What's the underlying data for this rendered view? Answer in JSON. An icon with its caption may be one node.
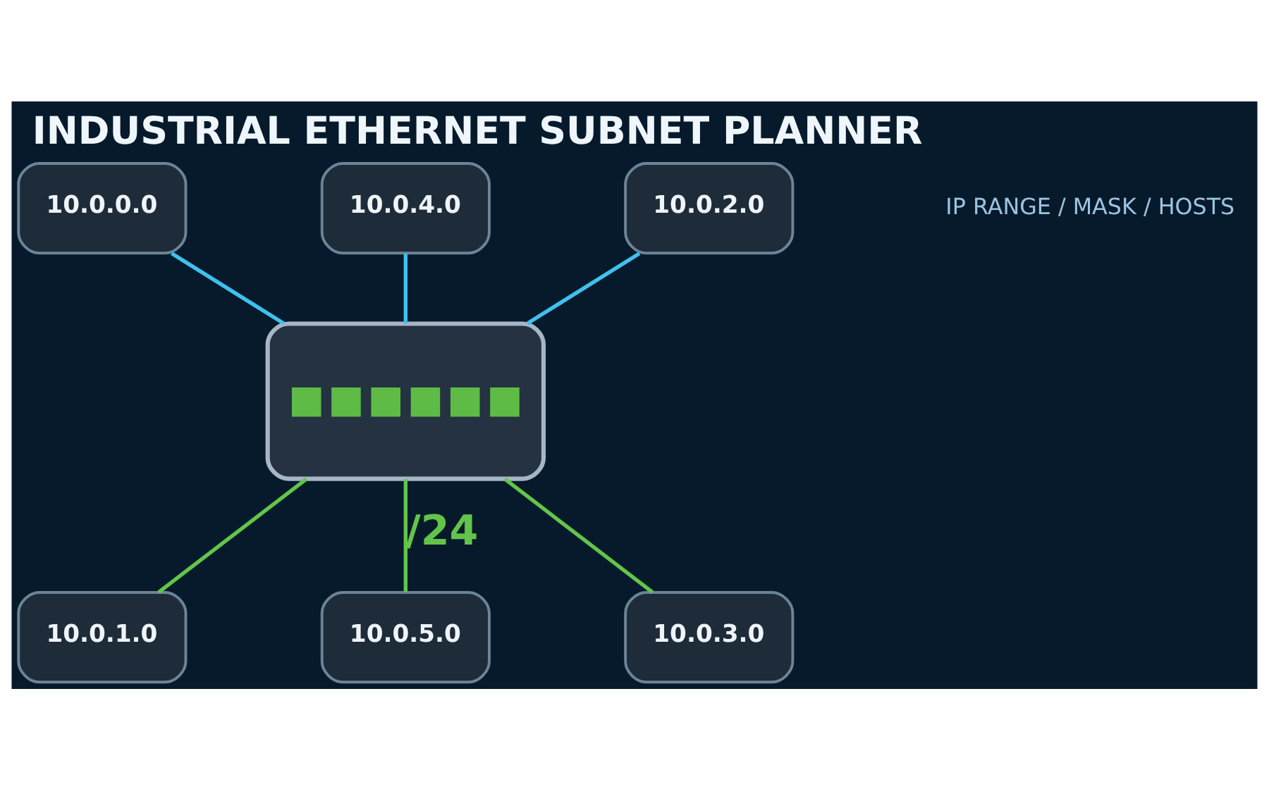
{
  "diagram": {
    "title": "INDUSTRIAL ETHERNET SUBNET PLANNER",
    "nodes": [
      {
        "text": [
          "10.0.4.0"
        ]
      },
      {
        "text": [
          "10.0.0.0"
        ]
      },
      {
        "text": [
          "10.0.2.0"
        ]
      },
      {
        "text": [],
        "shape": "box"
      },
      {
        "text": [
          "10.0.1.0"
        ]
      },
      {
        "text": [
          "10.0.3.0"
        ]
      },
      {
        "text": [
          "10.0.5.0"
        ]
      }
    ],
    "edges": [
      {
        "from": 1,
        "to": 3,
        "arrow": "none",
        "color": "#3ec1ee"
      },
      {
        "from": 0,
        "to": 3,
        "arrow": "none",
        "color": "#3ec1ee"
      },
      {
        "from": 2,
        "to": 3,
        "arrow": "none",
        "color": "#3ec1ee"
      },
      {
        "from": 3,
        "to": 4,
        "arrow": "none",
        "color": "#62c54a"
      },
      {
        "from": 3,
        "to": 6,
        "arrow": "none",
        "color": "#62c54a",
        "label": "/24"
      },
      {
        "from": 3,
        "to": 5,
        "arrow": "none",
        "color": "#62c54a"
      }
    ],
    "labels": [
      "IP RANGE / MASK / HOSTS"
    ]
  }
}
